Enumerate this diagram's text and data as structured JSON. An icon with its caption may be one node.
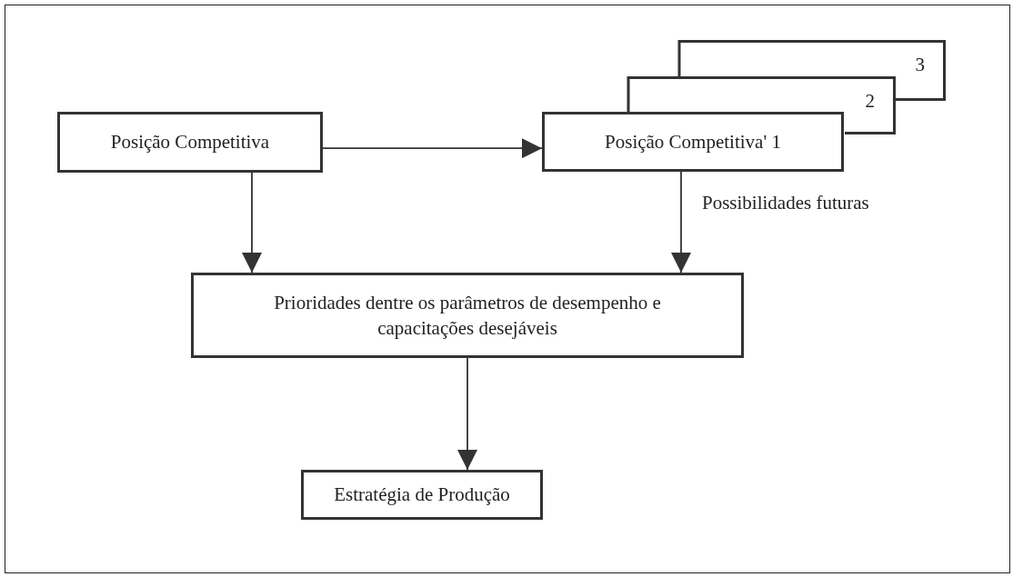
{
  "diagram": {
    "nodes": [
      {
        "text": [
          "Posição Competitiva"
        ]
      },
      {
        "text": [
          "3"
        ]
      },
      {
        "text": [
          "2"
        ]
      },
      {
        "text": [
          "Posição Competitiva' 1"
        ]
      },
      {
        "text": [
          "Prioridades dentre os parâmetros de desempenho e capacitações desejáveis"
        ]
      },
      {
        "text": [
          "Estratégia de Produção"
        ]
      }
    ],
    "edges": [
      {
        "from": 0,
        "to": 3,
        "arrow": "to"
      },
      {
        "from": 0,
        "to": 4,
        "arrow": "to"
      },
      {
        "from": 3,
        "to": 4,
        "arrow": "to",
        "label": "Possibilidades futuras"
      },
      {
        "from": 4,
        "to": 5,
        "arrow": "to"
      }
    ]
  }
}
